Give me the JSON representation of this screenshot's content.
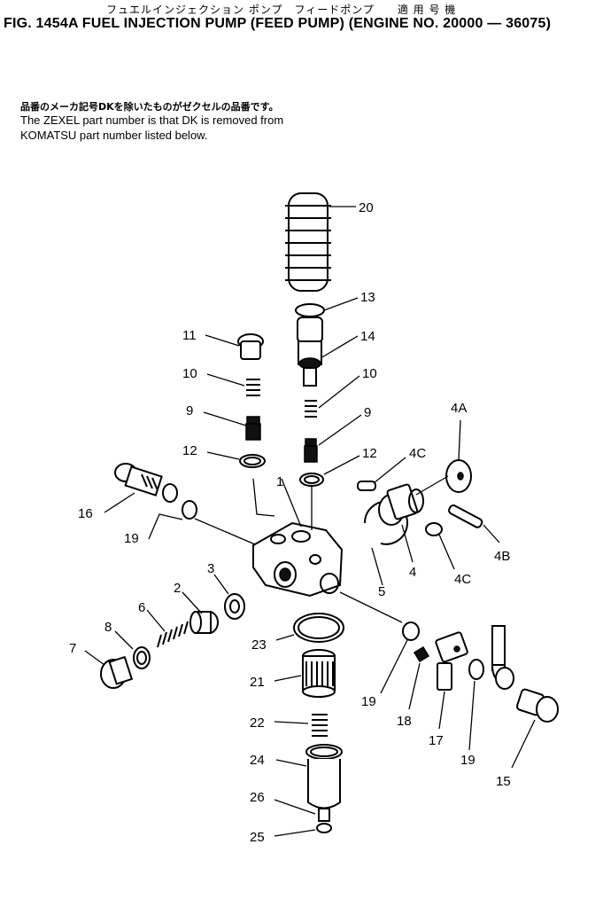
{
  "header": {
    "jp_subtitle": "フュエルインジェクション ポンプ　フィードポンプ　　適 用 号 機",
    "fig_title": "FIG. 1454A  FUEL INJECTION PUMP (FEED PUMP) (ENGINE NO. 20000 — 36075)"
  },
  "notes": {
    "jp": "品番のメーカ記号DKを除いたものがゼクセルの品番です。",
    "en_line1": "The ZEXEL part number is that DK is removed from",
    "en_line2": "KOMATSU part number listed below."
  },
  "callouts": {
    "c1": "1",
    "c2": "2",
    "c3": "3",
    "c4": "4",
    "c4a": "4A",
    "c4b": "4B",
    "c4c_top": "4C",
    "c4c_bottom": "4C",
    "c5": "5",
    "c6": "6",
    "c7": "7",
    "c8": "8",
    "c9_left": "9",
    "c9_right": "9",
    "c10_left": "10",
    "c10_right": "10",
    "c11": "11",
    "c12_left": "12",
    "c12_right": "12",
    "c13": "13",
    "c14": "14",
    "c15": "15",
    "c16": "16",
    "c17": "17",
    "c18": "18",
    "c19_left": "19",
    "c19_mid": "19",
    "c19_right": "19",
    "c20": "20",
    "c21": "21",
    "c22": "22",
    "c23": "23",
    "c24": "24",
    "c25": "25",
    "c26": "26"
  }
}
